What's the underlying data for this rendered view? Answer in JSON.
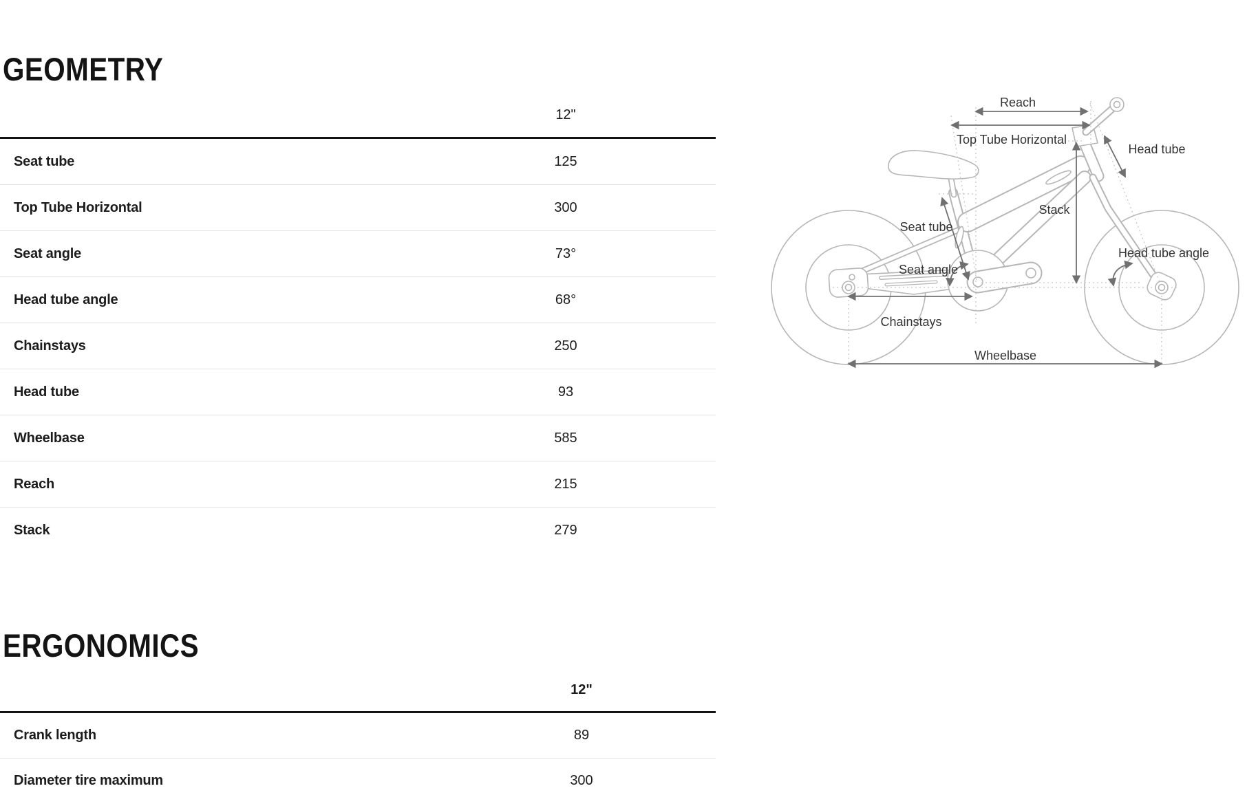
{
  "geometry_section": {
    "title": "GEOMETRY",
    "table": {
      "size_header": "12\"",
      "rows": [
        {
          "label": "Seat tube",
          "value": "125"
        },
        {
          "label": "Top Tube Horizontal",
          "value": "300"
        },
        {
          "label": "Seat angle",
          "value": "73°"
        },
        {
          "label": "Head tube angle",
          "value": "68°"
        },
        {
          "label": "Chainstays",
          "value": "250"
        },
        {
          "label": "Head tube",
          "value": "93"
        },
        {
          "label": "Wheelbase",
          "value": "585"
        },
        {
          "label": "Reach",
          "value": "215"
        },
        {
          "label": "Stack",
          "value": "279"
        }
      ]
    }
  },
  "ergonomics_section": {
    "title": "ERGONOMICS",
    "table": {
      "size_header": "12\"",
      "rows": [
        {
          "label": "Crank length",
          "value": "89"
        },
        {
          "label": "Diameter tire maximum",
          "value": "300"
        }
      ]
    }
  },
  "diagram": {
    "labels": {
      "reach": "Reach",
      "top_tube_horizontal": "Top Tube Horizontal",
      "head_tube": "Head tube",
      "stack": "Stack",
      "seat_tube": "Seat tube",
      "seat_angle": "Seat angle",
      "head_tube_angle": "Head tube angle",
      "chainstays": "Chainstays",
      "wheelbase": "Wheelbase"
    },
    "colors": {
      "bike_line": "#b6b6b6",
      "dimension_line": "#707070",
      "dashed_line": "#c3c3c3",
      "label_text": "#333333",
      "heading_text": "#141414",
      "table_header_border": "#141414",
      "row_divider": "#e3e3e3"
    }
  }
}
